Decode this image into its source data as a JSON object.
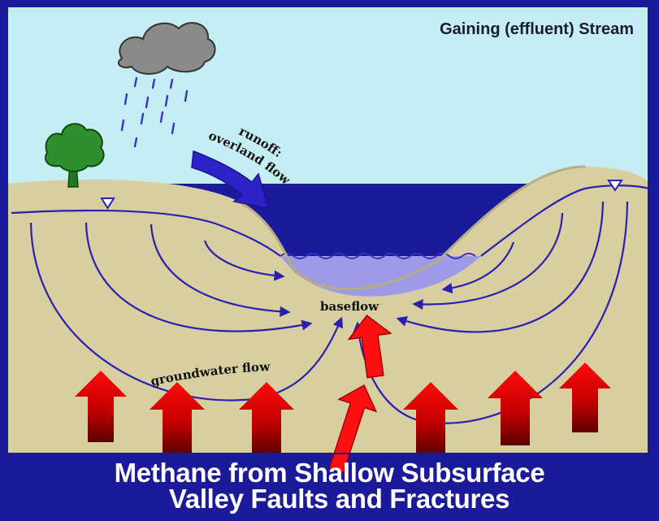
{
  "diagram": {
    "title": "Gaining (effluent) Stream",
    "labels": {
      "runoff": "runoff:",
      "overland_flow": "overland flow",
      "baseflow": "baseflow",
      "groundwater_flow": "groundwater flow"
    },
    "icons": [
      "rain-cloud-icon",
      "tree-icon",
      "water-table-marker-icon",
      "upward-arrow-icon"
    ],
    "colors": {
      "sky": "#c4eef4",
      "ground": "#d7cfa0",
      "stream": "#9d9be8",
      "flow_lines": "#2a1fb0",
      "runoff_arrow": "#2c22c8",
      "methane_arrows": "#e00000",
      "border": "#1a1a9a"
    }
  },
  "caption": {
    "line1": "Methane from Shallow Subsurface",
    "line2": "Valley Faults and Fractures"
  }
}
